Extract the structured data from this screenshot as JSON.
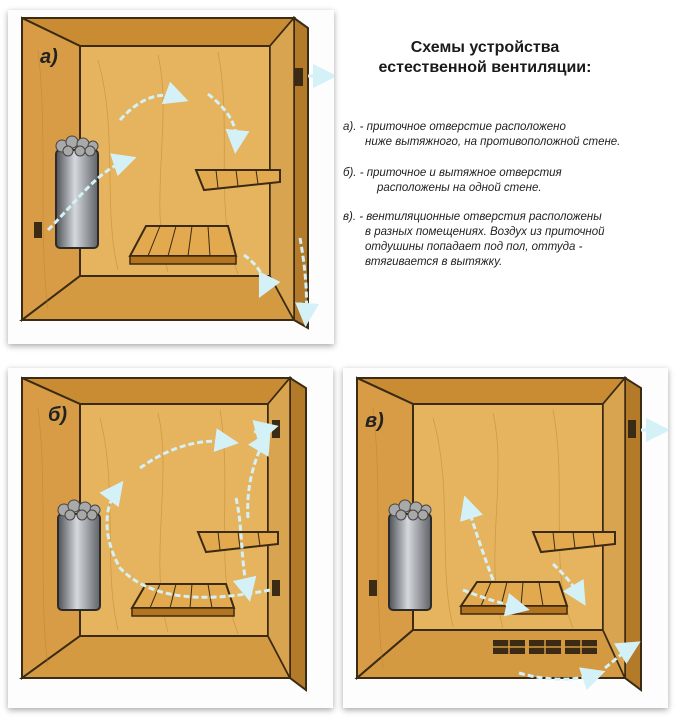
{
  "title": {
    "line1": "Схемы устройства",
    "line2": "естественной вентиляции:"
  },
  "notes": {
    "a": {
      "line1": "а). - приточное отверстие расположено",
      "line2": "ниже вытяжного, на противоположной стене."
    },
    "b": {
      "line1": "б). - приточное и вытяжное отверстия",
      "line2": "расположены на одной стене."
    },
    "c": {
      "line1": "в). - вентиляционные отверстия расположены",
      "line2": "в разных помещениях. Воздух из приточной",
      "line3": "отдушины попадает под пол, оттуда -",
      "line4": "втягивается в вытяжку."
    }
  },
  "panels": {
    "a": {
      "label": "а)"
    },
    "b": {
      "label": "б)"
    },
    "c": {
      "label": "в)"
    }
  },
  "colors": {
    "wood_light": "#e8b75e",
    "wood_mid": "#d69a3e",
    "wood_dark": "#b3741f",
    "outline": "#3b2a14",
    "heater": "#7d8187",
    "airflow": "#cfeef5"
  }
}
